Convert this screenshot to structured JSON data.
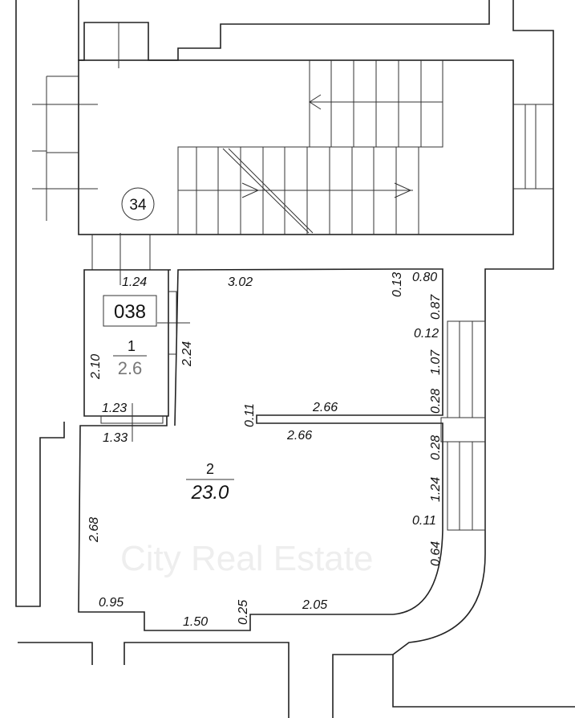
{
  "watermark": "City Real Estate",
  "stair_label": "34",
  "unit_label": "038",
  "rooms": [
    {
      "number": "1",
      "area": "2.6"
    },
    {
      "number": "2",
      "area": "23.0"
    }
  ],
  "dimensions": {
    "r1_top": "1.24",
    "r1_left": "2.10",
    "r1_right": "2.24",
    "r1_bottom": "1.23",
    "r1_door": "1.33",
    "top": "3.02",
    "top_a": "0.13",
    "top_b": "0.80",
    "right_a": "0.87",
    "right_b": "0.12",
    "right_c": "1.07",
    "right_d": "0.28",
    "part_h": "0.11",
    "part_top": "2.66",
    "part_bottom": "2.66",
    "right_e": "0.28",
    "right_f": "1.24",
    "right_g": "0.11",
    "right_h": "0.64",
    "left": "2.68",
    "bot_a": "0.95",
    "bot_b": "1.50",
    "bot_c": "0.25",
    "bot_d": "2.05"
  }
}
